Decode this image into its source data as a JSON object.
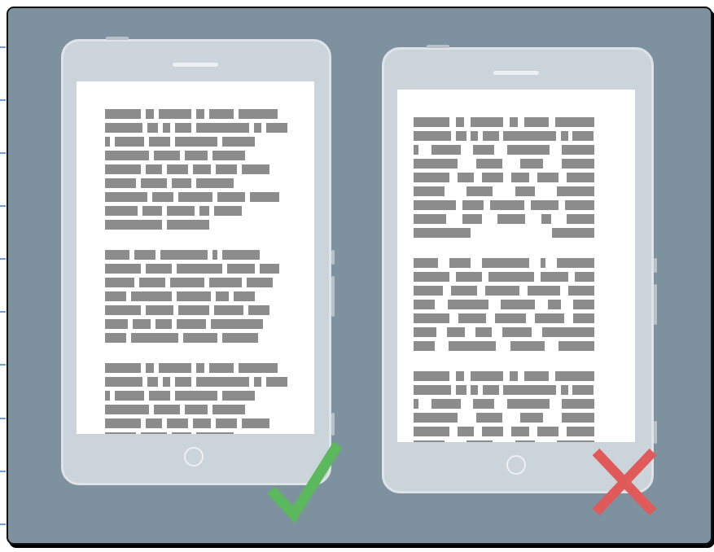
{
  "title": "",
  "phones": [
    {
      "id": "left",
      "justified": false,
      "verdict": "correct"
    },
    {
      "id": "right",
      "justified": true,
      "verdict": "incorrect"
    }
  ],
  "colors": {
    "background": "#7d919f",
    "device": "#cbd4da",
    "screen": "#ffffff",
    "text_placeholder": "#8c8c8c",
    "check": "#5cb85c",
    "cross": "#e05a5a"
  },
  "icons": {
    "good": "check-mark-icon",
    "bad": "cross-mark-icon"
  }
}
